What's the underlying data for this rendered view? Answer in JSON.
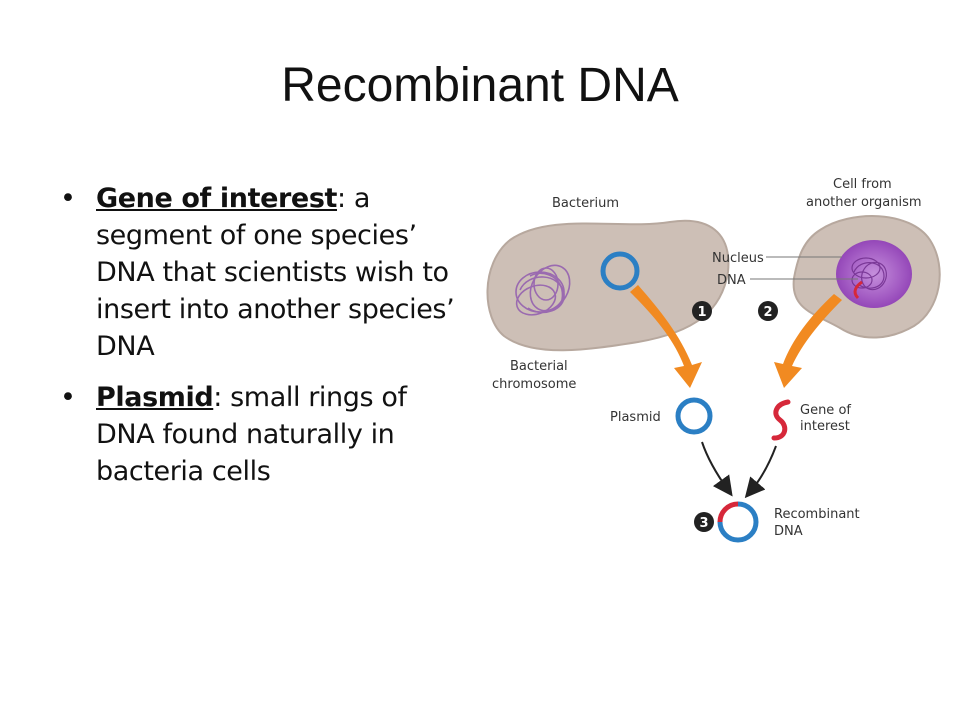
{
  "slide": {
    "title": "Recombinant DNA",
    "bullets": [
      {
        "term": "Gene of interest",
        "text": ": a segment of one species’ DNA that scientists wish to insert into another species’ DNA"
      },
      {
        "term": "Plasmid",
        "text": ": small rings of DNA found naturally in bacteria cells"
      }
    ],
    "bullet_glyph": "•"
  },
  "diagram": {
    "labels": {
      "bacterium": "Bacterium",
      "cell_line1": "Cell from",
      "cell_line2": "another organism",
      "nucleus": "Nucleus",
      "dna": "DNA",
      "bacterial_line1": "Bacterial",
      "bacterial_line2": "chromosome",
      "plasmid": "Plasmid",
      "gene_line1": "Gene of",
      "gene_line2": "interest",
      "recomb_line1": "Recombinant",
      "recomb_line2": "DNA"
    },
    "steps": [
      "1",
      "2",
      "3"
    ],
    "colors": {
      "cell_fill": "#cdbfb6",
      "cell_stroke": "#b9aaa0",
      "plasmid_blue": "#2b7fc4",
      "gene_red": "#d6283a",
      "arrow_orange": "#f18a21",
      "nucleus_purple": "#a35bc2",
      "chromosome_purple": "#9a6ab0"
    }
  }
}
